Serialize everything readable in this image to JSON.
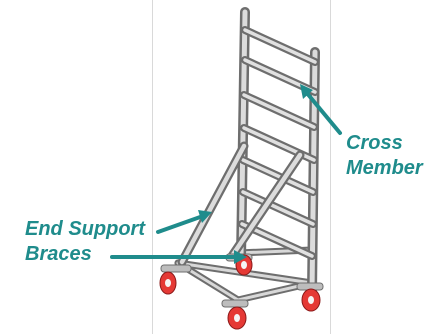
{
  "labels": {
    "cross_member": [
      "Cross",
      "Member"
    ],
    "end_support_braces": [
      "End Support",
      "Braces"
    ]
  },
  "colors": {
    "annotation": "#1f8c8c",
    "tube": "#bfbfbf",
    "tube_edge": "#6e6e6e",
    "wheel": "#e53935",
    "divider": "#d9d9d9"
  },
  "parts": [
    "ladder-frame",
    "cross-member",
    "end-support-brace",
    "caster-wheel",
    "base-frame"
  ]
}
